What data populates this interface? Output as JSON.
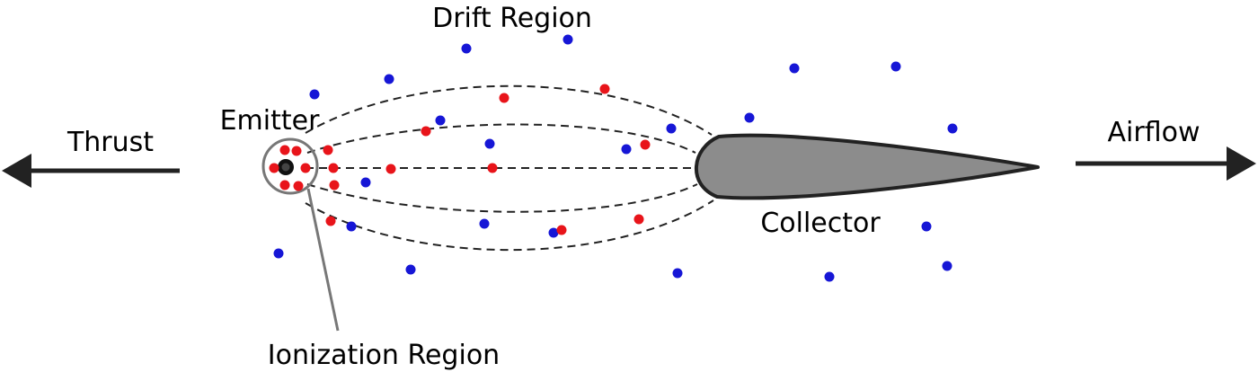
{
  "labels": {
    "drift_region": "Drift Region",
    "emitter": "Emitter",
    "thrust": "Thrust",
    "airflow": "Airflow",
    "collector": "Collector",
    "ionization_region": "Ionization Region"
  },
  "colors": {
    "ion": "#e8141a",
    "neutral": "#1616d6",
    "collector_fill": "#8c8c8c",
    "outline": "#222222",
    "callout": "#777777"
  }
}
